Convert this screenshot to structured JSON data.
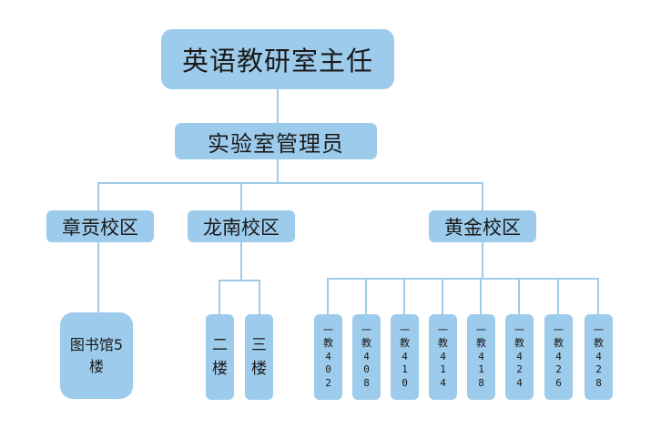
{
  "root": {
    "label": "英语教研室主任"
  },
  "manager": {
    "label": "实验室管理员"
  },
  "campuses": [
    {
      "label": "章贡校区",
      "children": [
        {
          "label": "图书馆5楼"
        }
      ]
    },
    {
      "label": "龙南校区",
      "children": [
        {
          "label": "二楼",
          "chars": [
            "二",
            "楼"
          ]
        },
        {
          "label": "三楼",
          "chars": [
            "三",
            "楼"
          ]
        }
      ]
    },
    {
      "label": "黄金校区",
      "children": [
        {
          "label": "一教402",
          "chars": [
            "一",
            "教",
            "4",
            "0",
            "2"
          ]
        },
        {
          "label": "一教408",
          "chars": [
            "一",
            "教",
            "4",
            "0",
            "8"
          ]
        },
        {
          "label": "一教410",
          "chars": [
            "一",
            "教",
            "4",
            "1",
            "0"
          ]
        },
        {
          "label": "一教414",
          "chars": [
            "一",
            "教",
            "4",
            "1",
            "4"
          ]
        },
        {
          "label": "一教418",
          "chars": [
            "一",
            "教",
            "4",
            "1",
            "8"
          ]
        },
        {
          "label": "一教424",
          "chars": [
            "一",
            "教",
            "4",
            "2",
            "4"
          ]
        },
        {
          "label": "一教426",
          "chars": [
            "一",
            "教",
            "4",
            "2",
            "6"
          ]
        },
        {
          "label": "一教428",
          "chars": [
            "一",
            "教",
            "4",
            "2",
            "8"
          ]
        }
      ]
    }
  ],
  "colors": {
    "node_fill": "#9dcbec",
    "connector": "#9dcbec",
    "text": "#1a1a1a",
    "background": "#ffffff"
  }
}
